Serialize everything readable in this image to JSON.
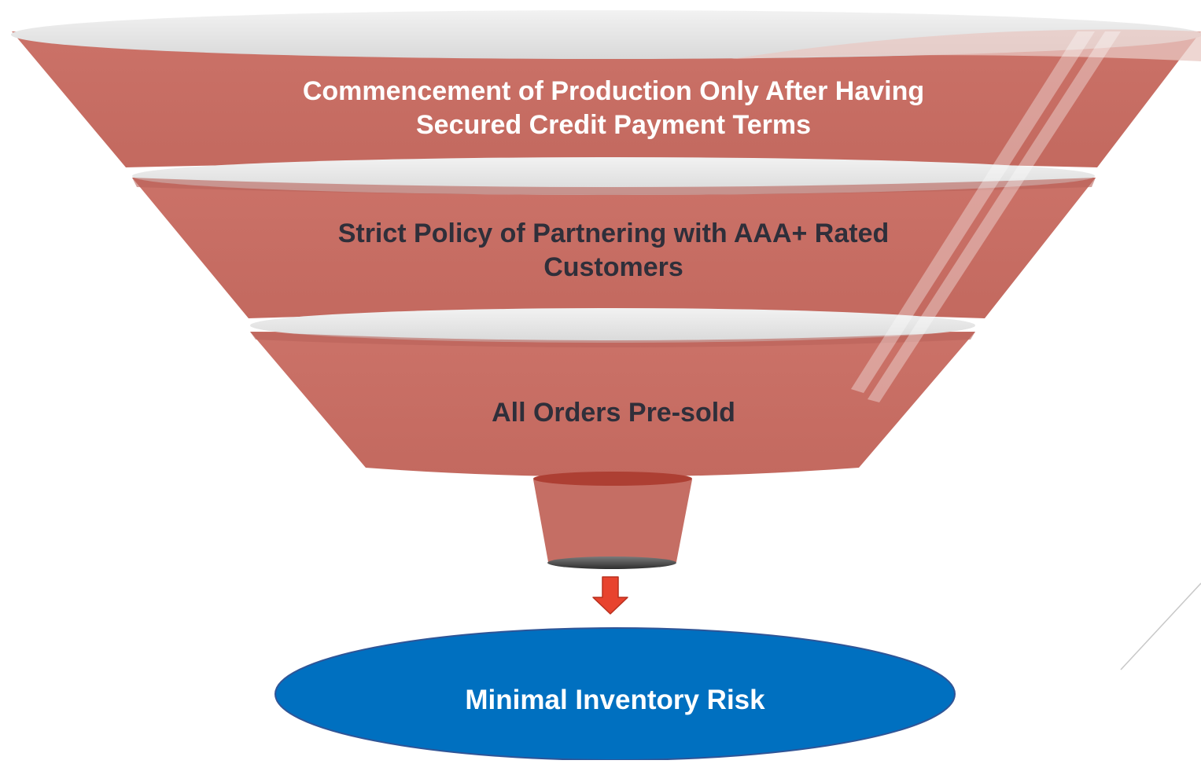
{
  "funnel": {
    "tiers": [
      {
        "text_line1": "Commencement of Production Only After Having",
        "text_line2": "Secured Credit Payment Terms"
      },
      {
        "text_line1": "Strict Policy of Partnering with AAA+ Rated",
        "text_line2": "Customers"
      },
      {
        "text_line1": "All Orders Pre-sold"
      }
    ],
    "result": "Minimal Inventory Risk"
  },
  "colors": {
    "funnel_body": "#c56e64",
    "funnel_rim": "#e2e2e2",
    "funnel_neck_top": "#ad3f33",
    "funnel_outlet": "#4a4a4a",
    "arrow": "#e8432e",
    "result_fill": "#0070c0",
    "result_border": "#2f5597",
    "text_light": "#ffffff",
    "text_dark": "#2f2f3a"
  }
}
